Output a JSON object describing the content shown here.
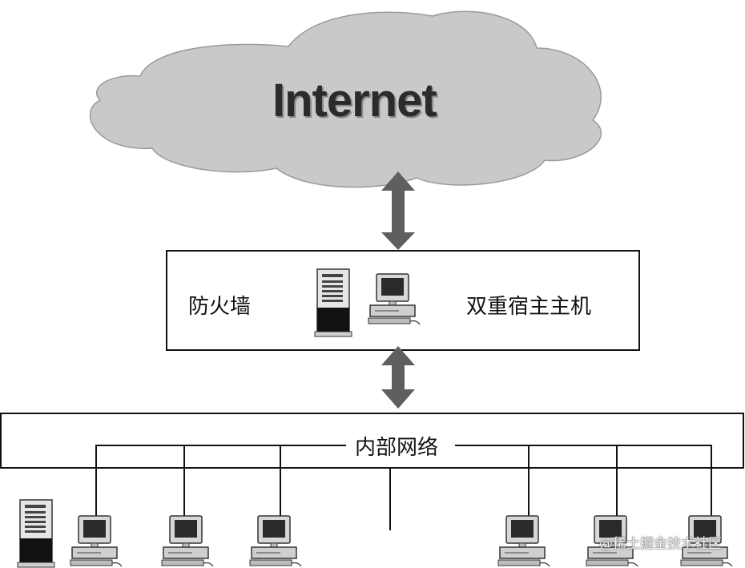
{
  "cloud": {
    "label": "Internet"
  },
  "firewall_box": {
    "left_label": "防火墙",
    "right_label": "双重宿主主机"
  },
  "lan": {
    "label": "内部网络"
  },
  "watermark": {
    "text": "@稀土掘金技术社区"
  },
  "colors": {
    "cloud_fill": "#c9c9c9",
    "arrow": "#5f5f5f",
    "line": "#111111"
  },
  "icons": {
    "server": "server-tower-icon",
    "workstation": "desktop-computer-icon"
  }
}
